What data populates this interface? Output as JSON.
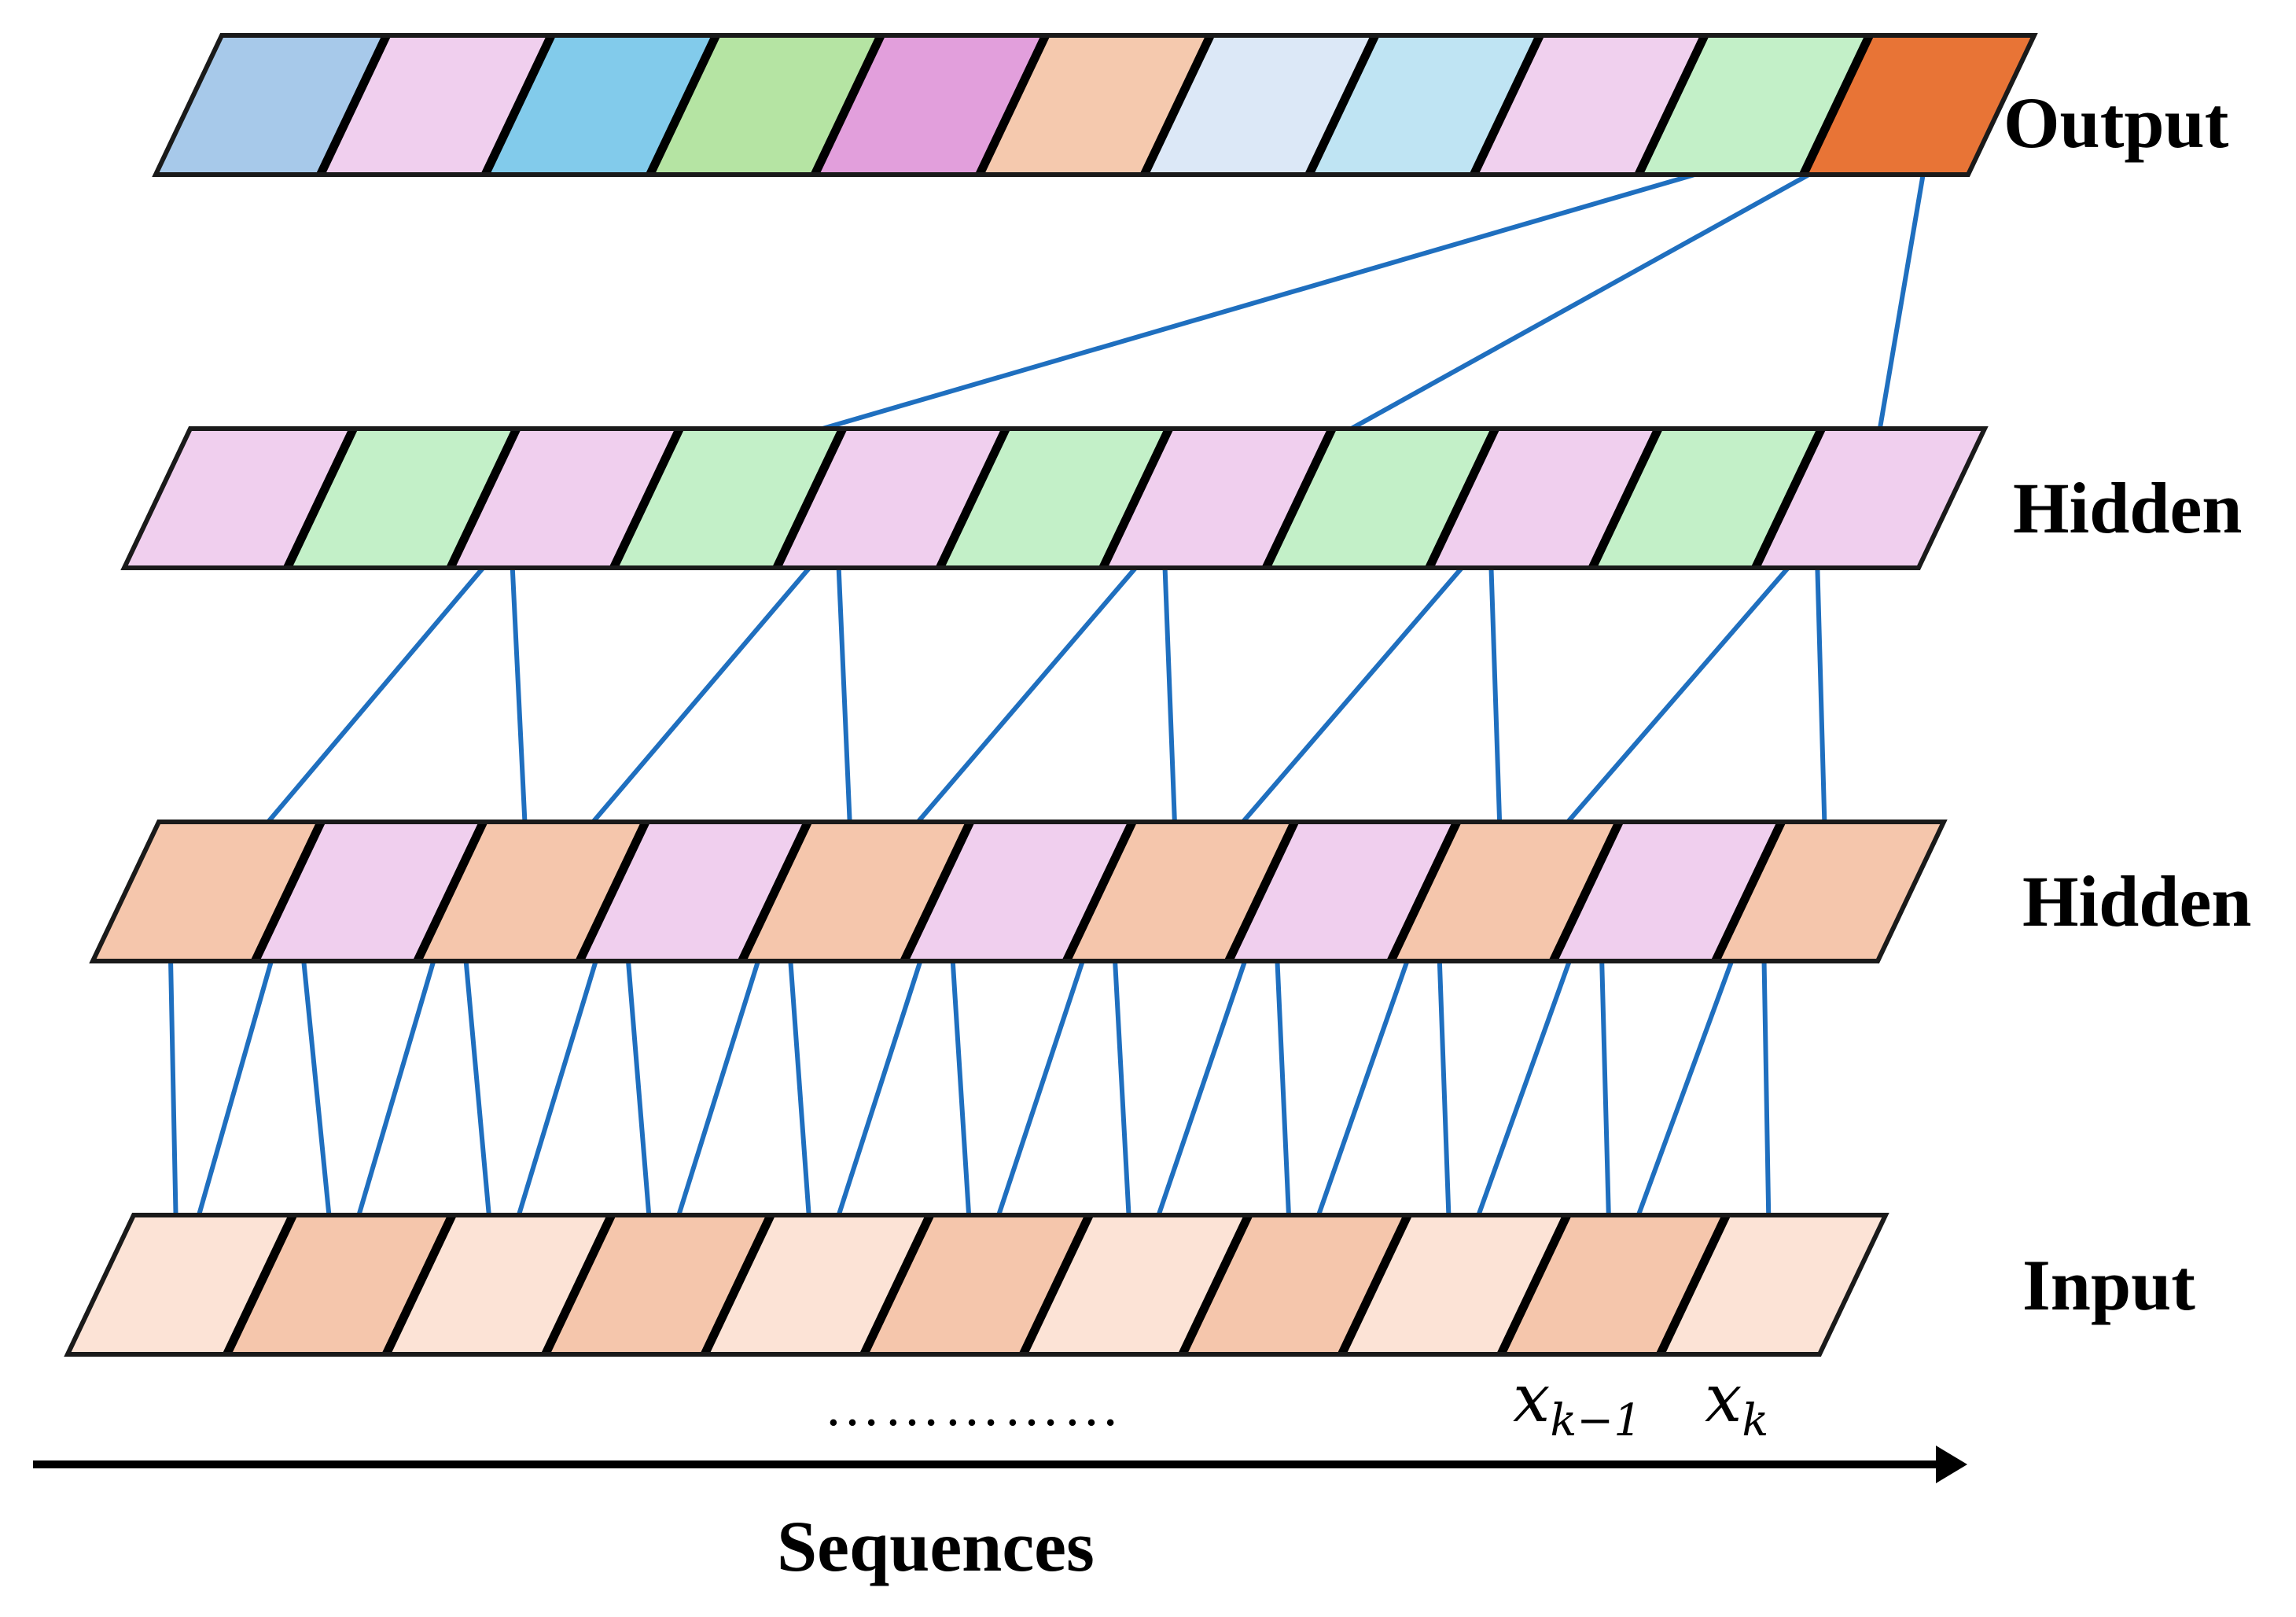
{
  "labels": {
    "output": "Output",
    "hidden_2": "Hidden",
    "hidden_1": "Hidden",
    "input": "Input",
    "axis": "Sequences",
    "ellipsis": "……………"
  },
  "var_labels": [
    {
      "base": "x",
      "sub": "k−1"
    },
    {
      "base": "x",
      "sub": "k"
    }
  ],
  "colors": {
    "connection": "#1F6FBF",
    "cell_border": "#000000",
    "layer_border": "#1a1a1a"
  },
  "layers": [
    {
      "name": "output",
      "cells": [
        "#A7C9EA",
        "#F0CFEE",
        "#82CBEB",
        "#B5E4A3",
        "#E29FDC",
        "#F5C9AE",
        "#DCE8F7",
        "#BFE4F3",
        "#F0D0EE",
        "#C3F0C8",
        "#E87436"
      ]
    },
    {
      "name": "hidden-2",
      "cells": [
        "#F0CFEE",
        "#C3F0C8",
        "#F0CFEE",
        "#C3F0C8",
        "#F0CFEE",
        "#C3F0C8",
        "#F0CFEE",
        "#C3F0C8",
        "#F0CFEE",
        "#C3F0C8",
        "#F0CFEE"
      ]
    },
    {
      "name": "hidden-1",
      "cells": [
        "#F5C6AC",
        "#F0CFEE",
        "#F5C6AC",
        "#F0CFEE",
        "#F5C6AC",
        "#F0CFEE",
        "#F5C6AC",
        "#F0CFEE",
        "#F5C6AC",
        "#F0CFEE",
        "#F5C6AC"
      ]
    },
    {
      "name": "input",
      "cells": [
        "#FCE3D6",
        "#F5C6AC",
        "#FCE3D6",
        "#F5C6AC",
        "#FCE3D6",
        "#F5C6AC",
        "#FCE3D6",
        "#F5C6AC",
        "#FCE3D6",
        "#F5C6AC",
        "#FCE3D6"
      ]
    }
  ],
  "connections": {
    "output_from_hidden2": [
      2,
      6,
      10
    ],
    "hidden2_from_hidden1": [
      [
        0,
        2
      ],
      [
        2,
        4
      ],
      [
        4,
        6
      ],
      [
        6,
        8
      ],
      [
        8,
        10
      ]
    ],
    "hidden1_from_input": [
      [
        0,
        1
      ],
      [
        1,
        2
      ],
      [
        2,
        3
      ],
      [
        3,
        4
      ],
      [
        4,
        5
      ],
      [
        5,
        6
      ],
      [
        6,
        7
      ],
      [
        7,
        8
      ],
      [
        8,
        9
      ],
      [
        9,
        10
      ]
    ]
  }
}
